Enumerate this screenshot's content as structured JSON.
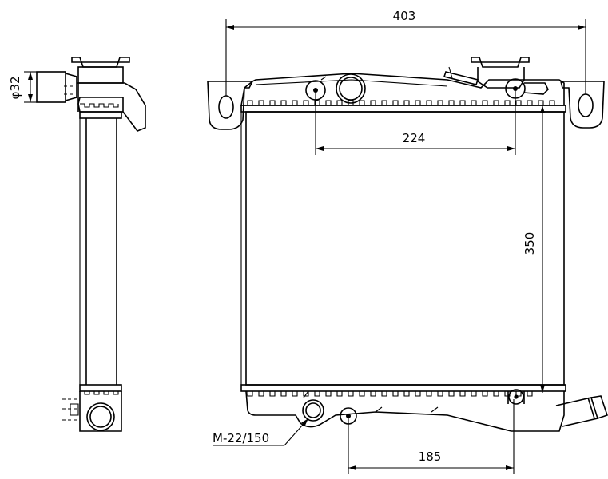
{
  "dimensions": {
    "overall_width": "403",
    "mount_spacing": "224",
    "core_height": "350",
    "lower_spacing": "185",
    "pipe_diameter": "φ32",
    "drain_plug": "M-22/150"
  }
}
